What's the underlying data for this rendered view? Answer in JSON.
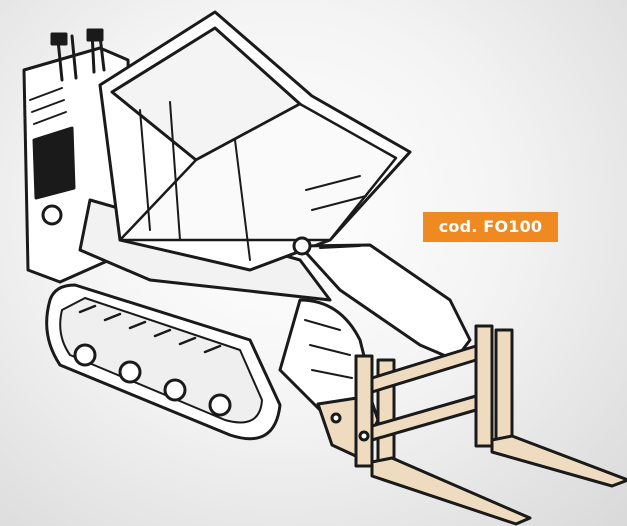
{
  "product": {
    "code_label": "cod. FO100"
  },
  "colors": {
    "badge_background": "#ef8a23",
    "badge_text": "#ffffff",
    "fork_wood": "#efdcc0",
    "line": "#1a1a1a"
  },
  "icons": {
    "machine": "mini-dumper-illustration",
    "attachment": "pallet-fork-illustration"
  }
}
